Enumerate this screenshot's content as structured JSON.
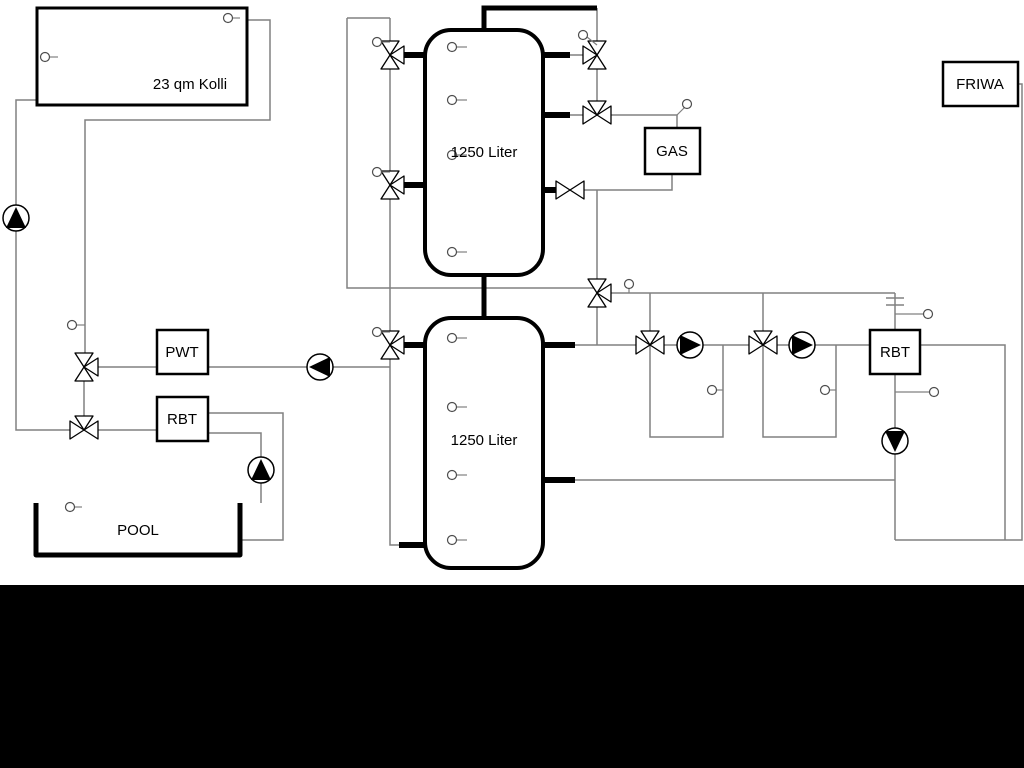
{
  "diagram": {
    "collector": {
      "label": "23 qm Kolli"
    },
    "tank_top": {
      "label": "1250 Liter"
    },
    "tank_bottom": {
      "label": "1250 Liter"
    },
    "gas_boiler": {
      "label": "GAS"
    },
    "friwa_station": {
      "label": "FRIWA"
    },
    "pool_heat_exchanger": {
      "label": "PWT"
    },
    "return_temp_left": {
      "label": "RBT"
    },
    "return_temp_right": {
      "label": "RBT"
    },
    "pool": {
      "label": "POOL"
    }
  },
  "colors": {
    "pipe": "#808080",
    "outline": "#000000",
    "background": "#ffffff",
    "footer_bar": "#000000"
  },
  "symbols": {
    "pump_icon": "circle with solid triangle",
    "valve_icon": "bow-tie triangles",
    "sensor_icon": "small circle with stem"
  }
}
